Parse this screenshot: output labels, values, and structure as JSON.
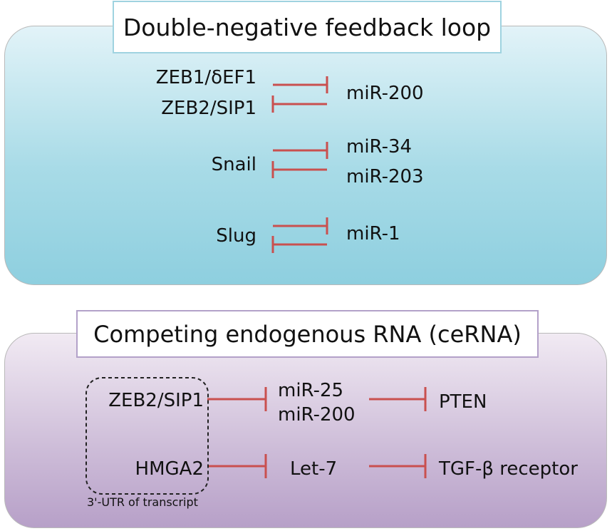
{
  "top_panel": {
    "title": "Double-negative feedback loop",
    "pairs": [
      {
        "left": [
          "ZEB1/δEF1",
          "ZEB2/SIP1"
        ],
        "right": [
          "miR-200"
        ]
      },
      {
        "left": [
          "Snail"
        ],
        "right": [
          "miR-34",
          "miR-203"
        ]
      },
      {
        "left": [
          "Slug"
        ],
        "right": [
          "miR-1"
        ]
      }
    ]
  },
  "bottom_panel": {
    "title": "Competing endogenous RNA (ceRNA)",
    "rows": [
      {
        "source": "ZEB2/SIP1",
        "mirnas": [
          "miR-25",
          "miR-200"
        ],
        "target": "PTEN"
      },
      {
        "source": "HMGA2",
        "mirnas": [
          "Let-7"
        ],
        "target": "TGF-β receptor"
      }
    ],
    "utr_label": "3'-UTR of transcript"
  },
  "colors": {
    "inhibition_arrow": "#c9504f",
    "top_panel": "#a8dbe7",
    "bottom_panel": "#cdbcd8",
    "dashed_box": "#222222"
  }
}
